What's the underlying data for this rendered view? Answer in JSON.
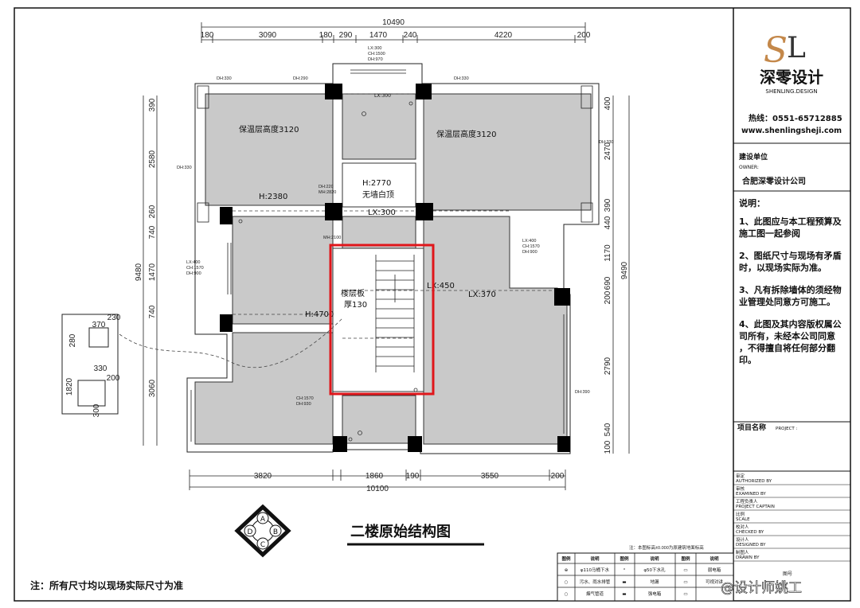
{
  "title": "二楼原始结构图",
  "note_bottom": "注：所有尺寸均以现场实际尺寸为准",
  "elevation_note": "注：本图标高±0.000为原建筑地面标高",
  "watermark": "@设计师姚工",
  "compass": {
    "a": "A",
    "b": "B",
    "c": "C",
    "d": "D"
  },
  "dims": {
    "top_total": "10490",
    "top": [
      "180",
      "3090",
      "180",
      "290",
      "1470",
      "240",
      "4220",
      "200"
    ],
    "bottom_total": "10100",
    "bottom": [
      "3820",
      "1860",
      "190",
      "3550",
      "200"
    ],
    "left_total": "9480",
    "left": [
      "390",
      "2580",
      "260",
      "740",
      "1470",
      "740",
      "3060"
    ],
    "right_total": "9490",
    "right": [
      "400",
      "2470",
      "390",
      "440",
      "1170",
      "690",
      "200",
      "2790",
      "540",
      "100"
    ],
    "inset": [
      "370",
      "230",
      "280",
      "330",
      "200",
      "1820",
      "300"
    ]
  },
  "rooms": {
    "left_top": "保温层高度3120",
    "right_top": "保温层高度3120",
    "h2770": "H:2770",
    "ceiling": "无墙白顶",
    "slab": "楼层板",
    "slab_thick": "厚130",
    "h2380": "H:2380",
    "h4700": "H:4700",
    "lx300a": "LX:300",
    "lx300b": "LX:300",
    "lx450": "LX:450",
    "lx370": "LX:370"
  },
  "small_labels": {
    "dh330a": "DH:330",
    "dh290": "DH:290",
    "dh330b": "DH:330",
    "dh330c": "DH:330",
    "dh330d": "DH:330",
    "dh390": "DH:390",
    "top_lx": "LX:300",
    "top_ch": "CH:1500",
    "top_dh": "DH:970",
    "dh220": "DH:220",
    "mh": "MH:2820",
    "mh2": "MH:2100",
    "left_lx": "LX:400",
    "left_ch": "CH:1570",
    "left_dh": "DH:900",
    "right_lx": "LX:400",
    "right_ch": "CH:1570",
    "right_dh": "DH:900",
    "bot_ch": "CH:1570",
    "bot_dh": "DH:930"
  },
  "title_block": {
    "brand": "深零设计",
    "brand_en": "SHENLING.DESIGN",
    "hotline": "热线：0551-65712885",
    "website": "www.shenlingsheji.com",
    "client_label": "建设单位",
    "client_label_en": "OWNER:",
    "client": "合肥深零设计公司",
    "notes_title": "说明：",
    "notes": [
      "1、此图应与本工程预算及施工图一起参阅",
      "2、图纸尺寸与现场有矛盾时，以现场实际为准。",
      "3、凡有拆除墙体的须经物业管理处同意方可施工。",
      "4、此图及其内容版权属公司所有，未经本公司同意，不得擅自将任何部分翻印。"
    ],
    "project_label": "项目名称",
    "project_label_en": "PROJECT :",
    "roles": [
      {
        "cn": "审定",
        "en": "AUTHORIZED BY"
      },
      {
        "cn": "审核",
        "en": "EXAMINED BY"
      },
      {
        "cn": "工程负责人",
        "en": "PROJECT CAPTAIN"
      },
      {
        "cn": "比例",
        "en": "SCALE"
      },
      {
        "cn": "校对人",
        "en": "CHECKED BY"
      },
      {
        "cn": "设计人",
        "en": "DESIGNED BY"
      },
      {
        "cn": "制图人",
        "en": "DRAWN BY"
      }
    ],
    "sheet_no": "图号"
  },
  "legend": {
    "headers": [
      "图例",
      "说明",
      "图例",
      "说明",
      "图例",
      "说明"
    ],
    "rows": [
      [
        "⊕",
        "φ110马桶下水",
        "°",
        "φ50下水孔",
        "▭",
        "弱电箱"
      ],
      [
        "○",
        "污水、雨水排管",
        "▬",
        "地漏",
        "▭",
        "可视对讲"
      ],
      [
        "○",
        "烟气管道",
        "▬",
        "强电箱",
        "▭",
        ""
      ]
    ]
  },
  "highlight_color": "#e0161b"
}
